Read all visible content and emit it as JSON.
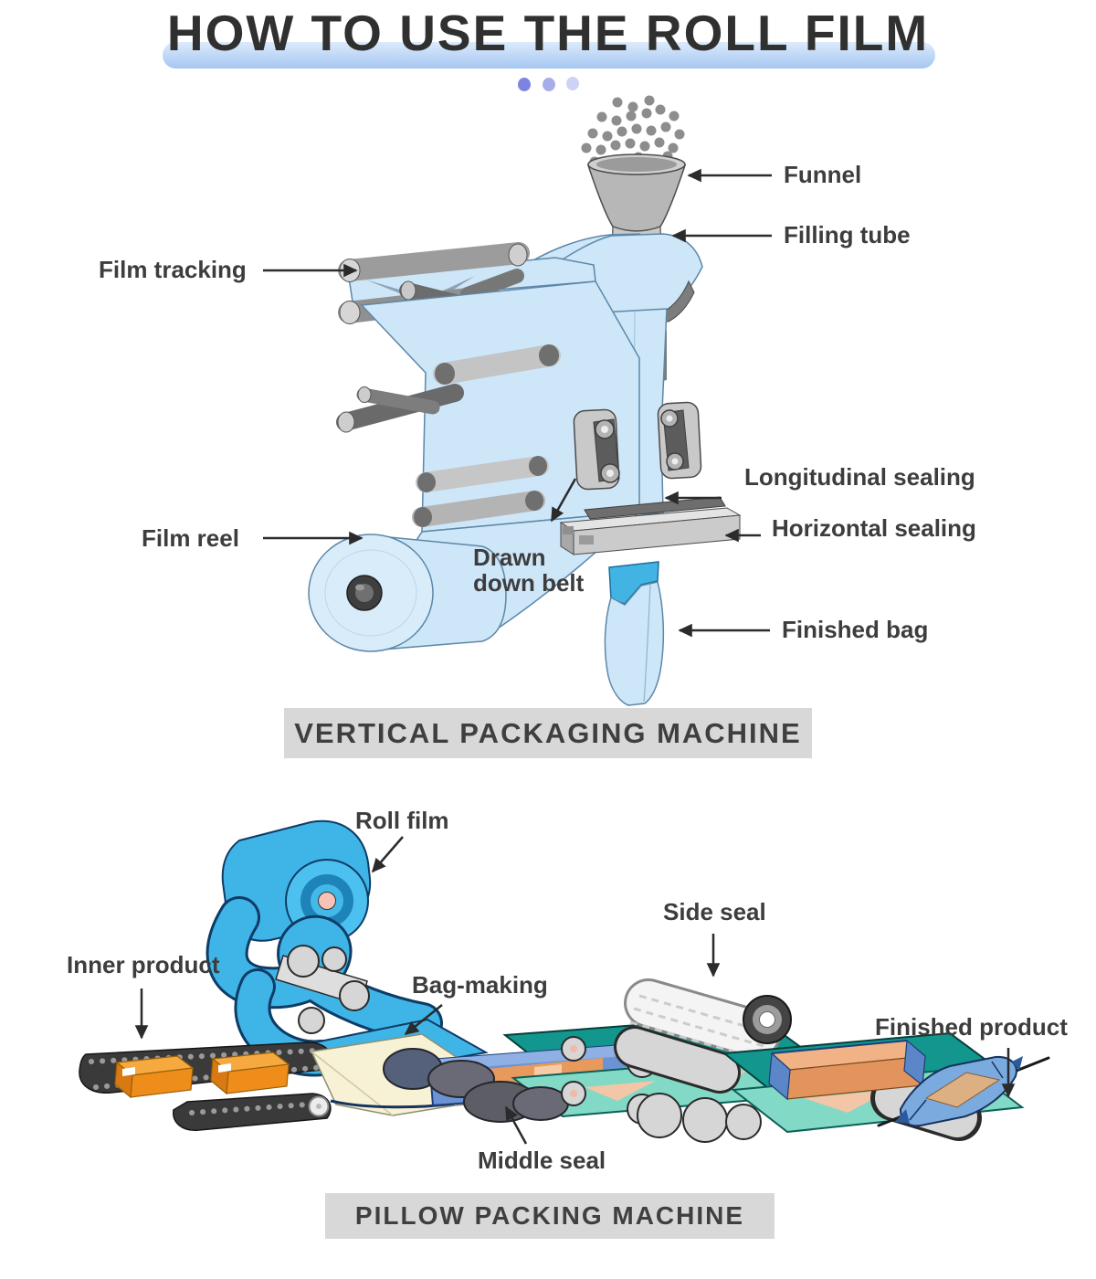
{
  "title": "HOW TO USE THE ROLL FILM",
  "colors": {
    "title_text": "#303030",
    "capsule_top": "#dcebfb",
    "capsule_bottom": "#a5c6f2",
    "dot_1": "#7d84e0",
    "dot_2": "#a8ace9",
    "dot_3": "#ced2f4",
    "label_text": "#3d3d3d",
    "banner_bg": "#d8d8d8",
    "banner_text": "#3f3f3f",
    "film_light": "#cde6f8",
    "film_bright": "#3fb5e7",
    "teal": "#13968d",
    "mint": "#82d9c5",
    "orange": "#ef8d1b",
    "arrow": "#2b2b2b"
  },
  "vertical_machine": {
    "caption": "VERTICAL PACKAGING MACHINE",
    "labels": {
      "funnel": "Funnel",
      "filling_tube": "Filling tube",
      "film_tracking": "Film tracking",
      "longitudinal_sealing": "Longitudinal sealing",
      "horizontal_sealing": "Horizontal sealing",
      "film_reel": "Film reel",
      "drawn_down_belt": [
        "Drawn",
        "down belt"
      ],
      "finished_bag": "Finished bag"
    }
  },
  "pillow_machine": {
    "caption": "PILLOW PACKING MACHINE",
    "labels": {
      "roll_film": "Roll film",
      "inner_product": "Inner product",
      "bag_making": "Bag-making",
      "side_seal": "Side seal",
      "middle_seal": "Middle seal",
      "finished_product": "Finished product"
    }
  }
}
